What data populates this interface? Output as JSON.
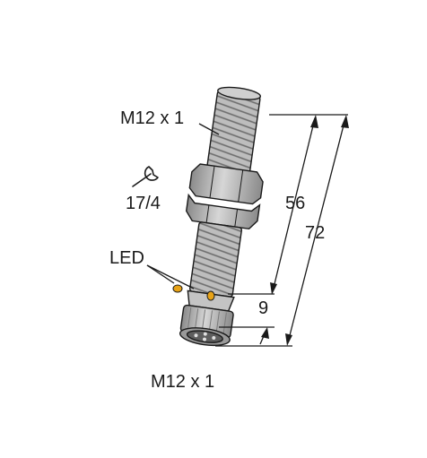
{
  "labels": {
    "thread_top": "M12 x 1",
    "wrench_size": "17/4",
    "led": "LED",
    "thread_bottom": "M12 x 1"
  },
  "dimensions": {
    "dim_56": "56",
    "dim_72": "72",
    "dim_9": "9"
  },
  "colors": {
    "body": "#b9b9b9",
    "body_dark": "#8f8f8f",
    "outline": "#1a1a1a",
    "led": "#e8a317"
  },
  "icons": {
    "wrench": "wrench-icon"
  }
}
